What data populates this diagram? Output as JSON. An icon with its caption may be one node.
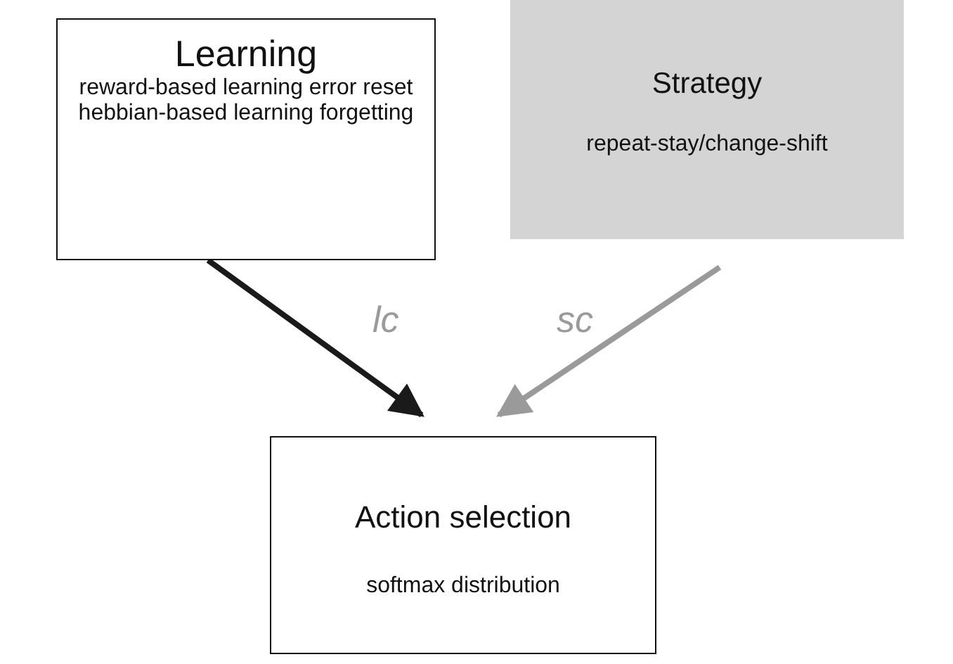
{
  "diagram": {
    "nodes": [
      {
        "text": [
          "Learning",
          "reward-based learning error reset hebbian-based learning forgetting"
        ]
      },
      {
        "text": [
          "Strategy",
          "repeat-stay/change-shift"
        ]
      },
      {
        "text": [
          "Action selection",
          "softmax distribution"
        ]
      }
    ],
    "edges": [
      {
        "from": 0,
        "to": 2,
        "arrow": "to",
        "label": "lc",
        "color": "#1a1a1a"
      },
      {
        "from": 1,
        "to": 2,
        "arrow": "to",
        "label": "sc",
        "color": "#9a9a9a"
      }
    ]
  }
}
